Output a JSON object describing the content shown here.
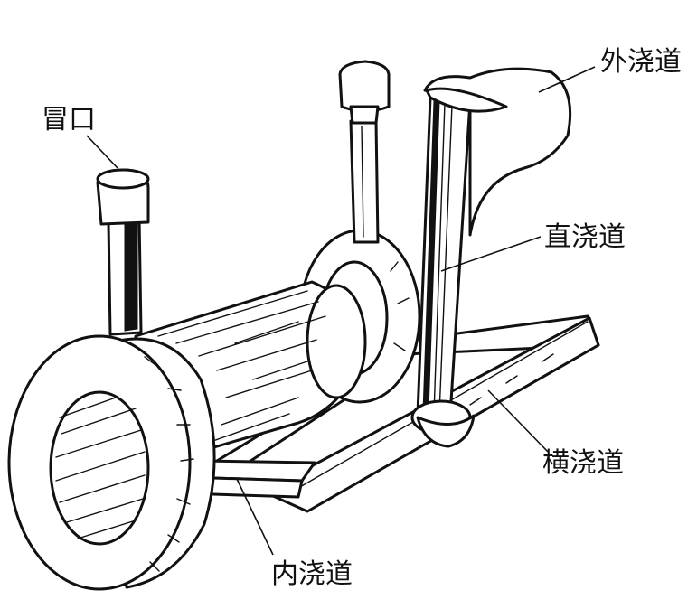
{
  "labels": {
    "riser": "冒口",
    "pouring_basin": "外浇道",
    "sprue": "直浇道",
    "runner": "横浇道",
    "ingate": "内浇道"
  }
}
